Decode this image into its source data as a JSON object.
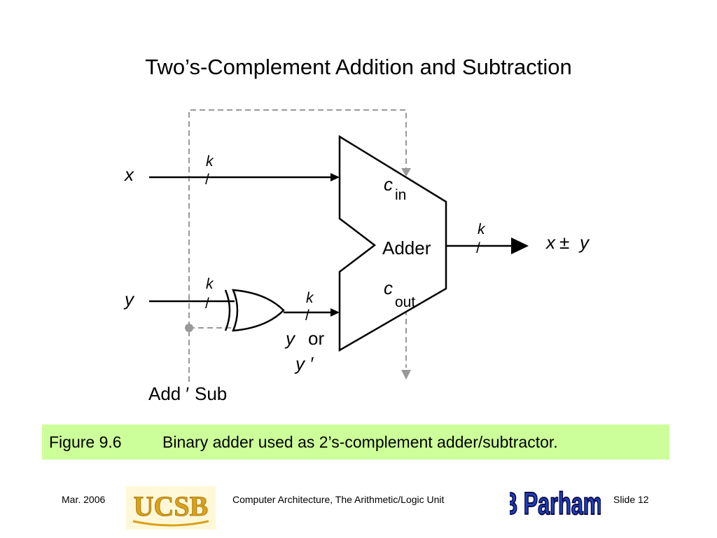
{
  "title": "Two’s-Complement Addition and Subtraction",
  "diagram": {
    "input_x": "x",
    "input_y": "y",
    "bus_width_label": "k",
    "bus_slash": "/",
    "cin_var": "c",
    "cin_sub": "in",
    "cout_var": "c",
    "cout_sub": "out",
    "adder_label": "Adder",
    "output_x": "x",
    "output_pm": "±",
    "output_y": "y",
    "mid_y": "y",
    "mid_or": "or",
    "mid_yprime": "y ′",
    "control_add": "Add",
    "control_prime": "′",
    "control_sub": "Sub"
  },
  "caption": {
    "figure": "Figure 9.6",
    "text": "Binary adder used as 2’s-complement adder/subtractor."
  },
  "footer": {
    "date": "Mar. 2006",
    "course": "Computer Architecture, The Arithmetic/Logic Unit",
    "slide": "Slide 12",
    "ucsb_logo_text": "UCSB",
    "author_logo_text": "B Parhami"
  },
  "colors": {
    "caption_bg": "#ccff99",
    "dashed_line": "#999999",
    "ucsb_gold": "#d9a21b"
  }
}
